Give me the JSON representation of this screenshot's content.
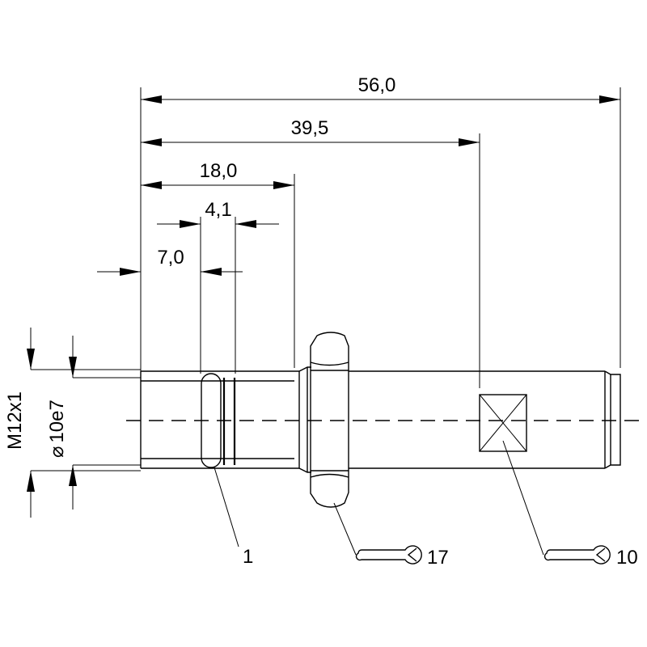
{
  "dimensions": {
    "total_length": "56,0",
    "wrench_flat_position": "39,5",
    "thread_length": "18,0",
    "groove_width": "4,1",
    "groove_position": "7,0",
    "thread_spec": "M12x1",
    "diameter": "10e7",
    "diameter_symbol": "⌀"
  },
  "callouts": {
    "item_1": "1",
    "nut_wrench_size": "17",
    "flat_wrench_size": "10"
  },
  "icons": [
    "wrench-icon",
    "wrench-icon"
  ]
}
